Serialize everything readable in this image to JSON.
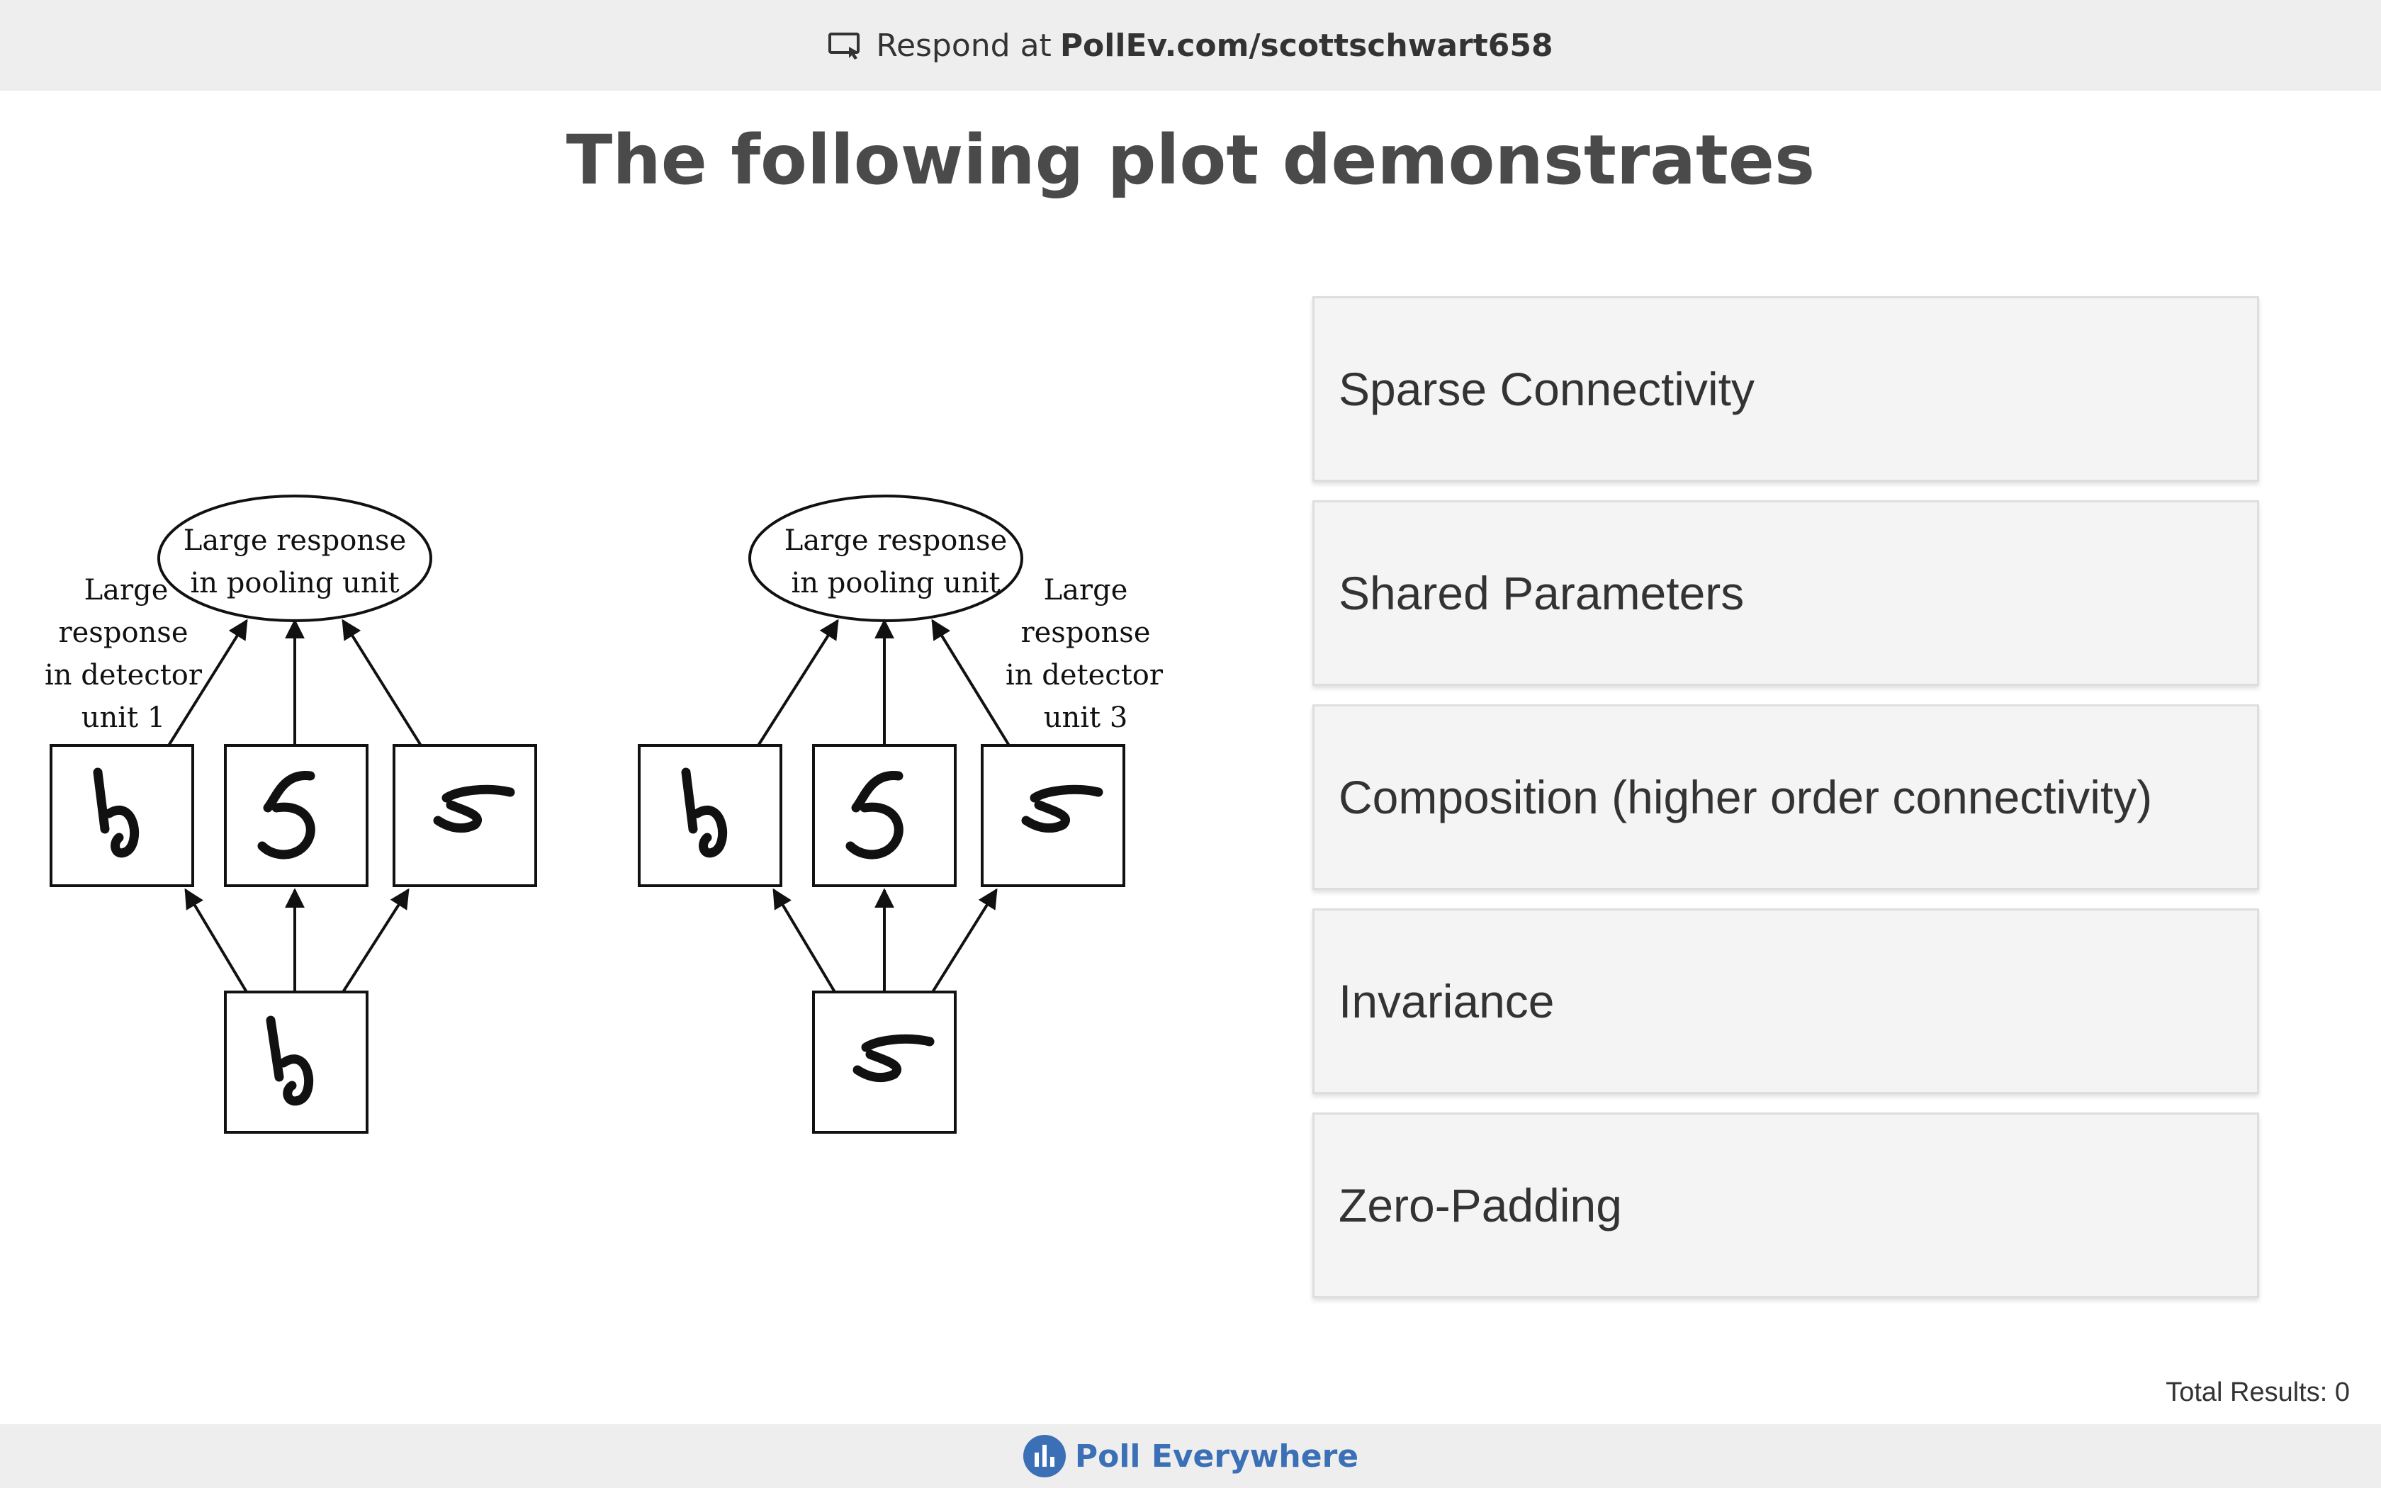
{
  "header": {
    "icon": "presentation-screen-icon",
    "prefix": "Respond at",
    "url": "PollEv.com/scottschwart658"
  },
  "title": "The following plot demonstrates",
  "figure": {
    "left_group": {
      "pool_line1": "Large response",
      "pool_line2": "in pooling unit",
      "detector_label": [
        "Large",
        "response",
        "in detector",
        "unit 1"
      ]
    },
    "right_group": {
      "pool_line1": "Large response",
      "pool_line2": "in pooling unit",
      "detector_label": [
        "Large",
        "response",
        "in detector",
        "unit 3"
      ]
    }
  },
  "options": [
    {
      "label": "Sparse Connectivity"
    },
    {
      "label": "Shared Parameters"
    },
    {
      "label": "Composition (higher order connectivity)"
    },
    {
      "label": "Invariance"
    },
    {
      "label": "Zero-Padding"
    }
  ],
  "total_results": "Total Results: 0",
  "footer": {
    "brand": "Poll Everywhere",
    "logo": "poll-everywhere-logo-icon"
  },
  "colors": {
    "brand_blue": "#3b6fb6",
    "bar_gray": "#eeeeee",
    "option_bg": "#f4f4f4"
  }
}
